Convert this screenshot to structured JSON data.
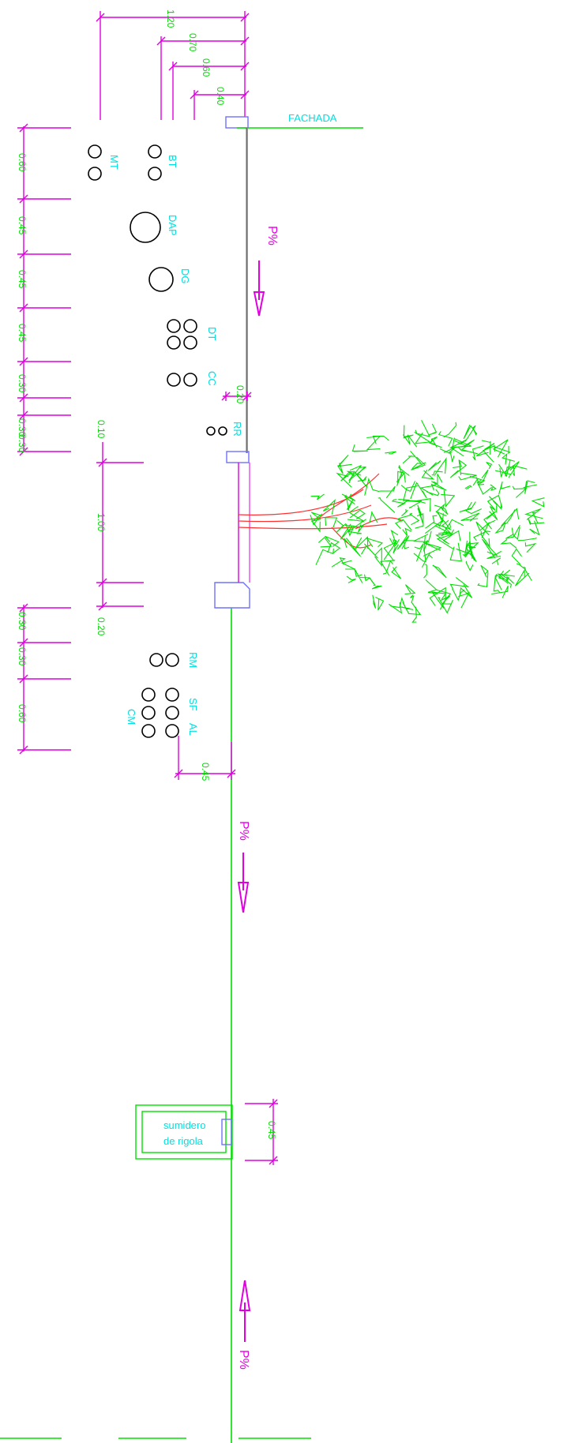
{
  "colors": {
    "green": "#00e000",
    "magenta": "#e000e0",
    "cyan": "#00e0e0",
    "blue": "#7070ff",
    "black": "#000000",
    "red": "#ff3030"
  },
  "labels": {
    "fachada": "FACHADA",
    "bt": "BT",
    "mt": "MT",
    "dap": "DAP",
    "dg": "DG",
    "dt": "DT",
    "cc": "CC",
    "rr": "RR",
    "rm": "RM",
    "sf": "SF",
    "al": "AL",
    "cm": "CM",
    "sumidero_line1": "sumidero",
    "sumidero_line2": "de rigola",
    "slope": "P%"
  },
  "dims_top": [
    "1.20",
    "0.70",
    "0.60",
    "0.40"
  ],
  "dims_left": [
    "0.60",
    "0.45",
    "0.45",
    "0.45",
    "0.30",
    "0.30",
    "0.30"
  ],
  "dims_tree": [
    "0.10",
    "1.00",
    "0.20"
  ],
  "dims_left_lower": [
    "0.30",
    "0.30",
    "0.60"
  ],
  "dim_rr": "0.20",
  "dim_al": "0.45",
  "dim_sumidero": "0.45",
  "icons": [
    "tree-icon",
    "slope-arrow-icon"
  ]
}
